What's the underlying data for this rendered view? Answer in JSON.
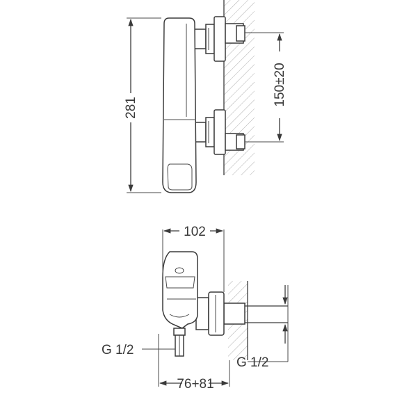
{
  "dimensions": {
    "overall_height": "281",
    "inlet_spacing": "150±20",
    "depth": "102",
    "projection": "76+81",
    "thread_left": "G 1/2",
    "thread_right": "G 1/2"
  }
}
